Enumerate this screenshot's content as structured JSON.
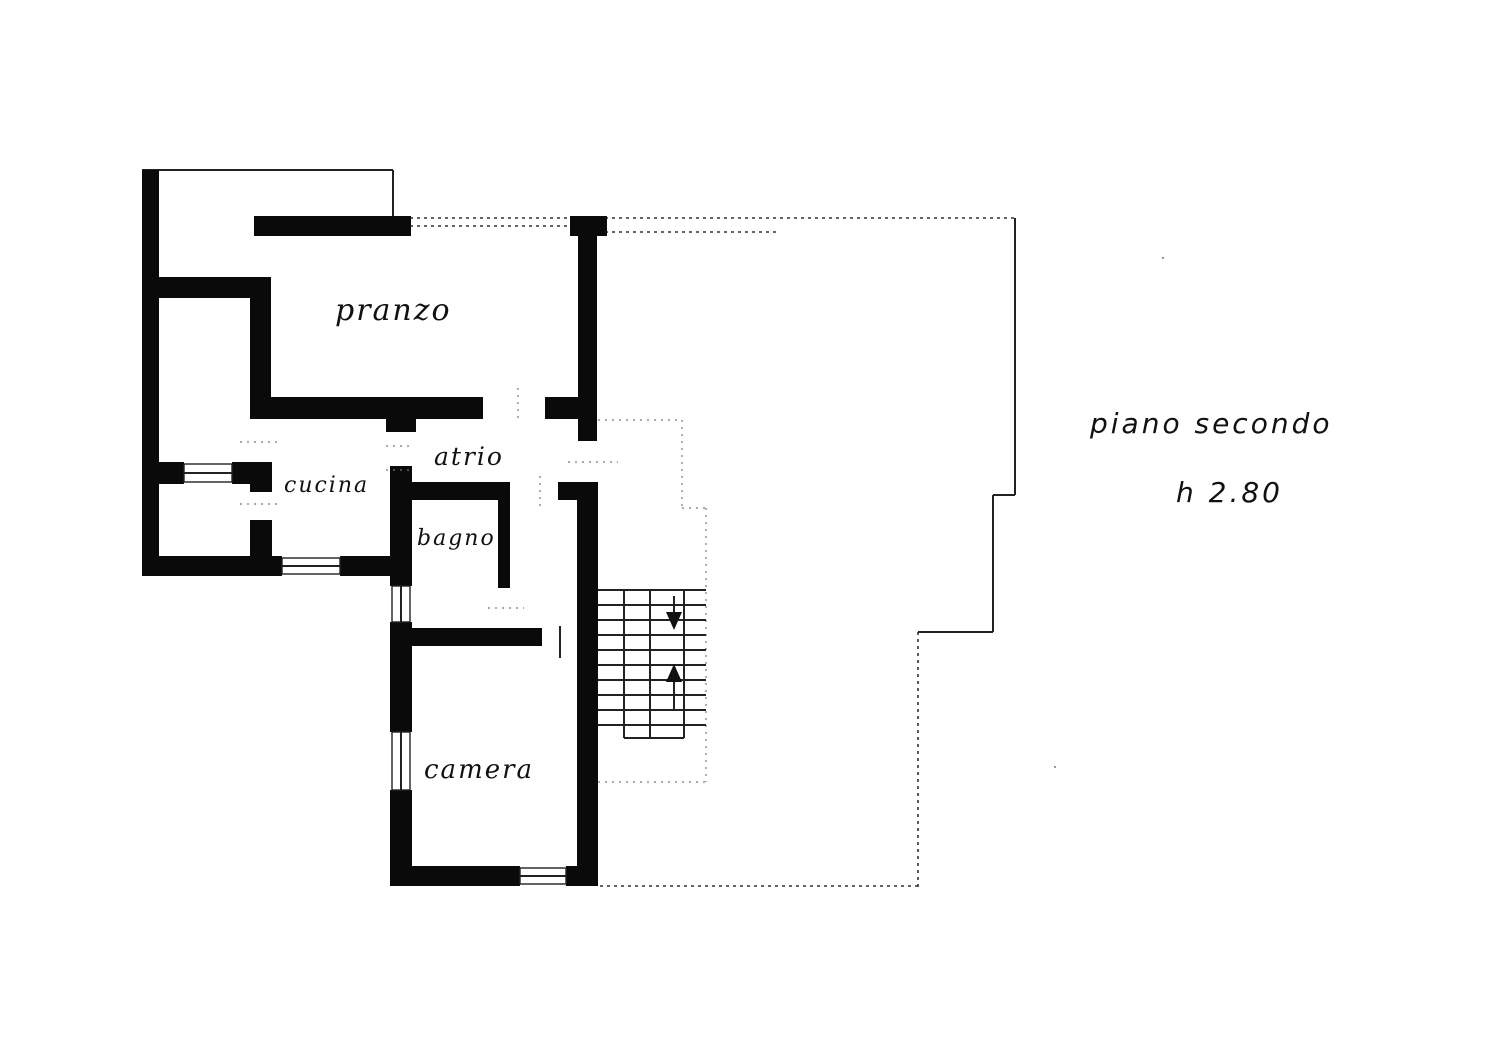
{
  "rooms": {
    "pranzo": "pranzo",
    "atrio": "atrio",
    "cucina": "cucina",
    "bagno": "bagno",
    "camera": "camera"
  },
  "floor": {
    "name": "piano secondo",
    "height": "h 2.80"
  },
  "colors": {
    "wall": "#0a0a0a",
    "background": "#ffffff"
  }
}
